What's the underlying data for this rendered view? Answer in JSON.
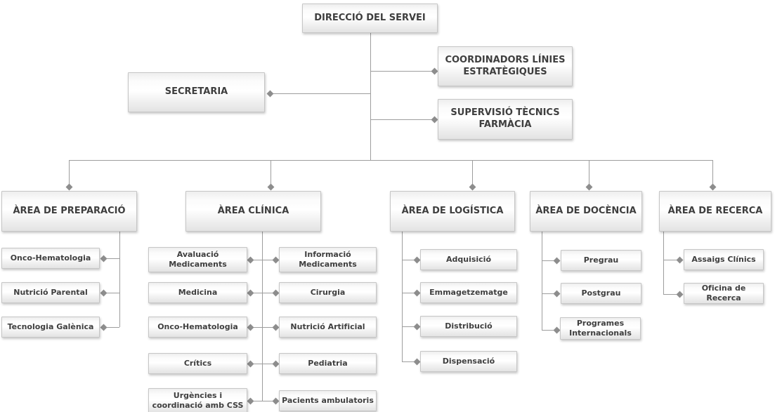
{
  "colors": {
    "text": "#3e3e3e",
    "box_border": "#c6c6c6",
    "line": "#9d9d9d",
    "diamond": "#8d8d8d",
    "box_gradient_top": "#eeeeee",
    "box_gradient_bottom": "#e3e3e3"
  },
  "nodes": [
    {
      "id": "direccio",
      "label": "DIRECCIÓ DEL SERVEI"
    },
    {
      "id": "coordinadors",
      "label": "COORDINADORS LÍNIES\nESTRATÈGIQUES"
    },
    {
      "id": "secretaria",
      "label": "SECRETARIA"
    },
    {
      "id": "supervisio",
      "label": "SUPERVISIÓ TÈCNICS\nFARMÀCIA"
    },
    {
      "id": "area-preparacio",
      "label": "ÀREA DE PREPARACIÓ"
    },
    {
      "id": "area-clinica",
      "label": "ÀREA CLÍNICA"
    },
    {
      "id": "area-logistica",
      "label": "ÀREA DE LOGÍSTICA"
    },
    {
      "id": "area-docencia",
      "label": "ÀREA DE DOCÈNCIA"
    },
    {
      "id": "area-recerca",
      "label": "ÀREA DE RECERCA"
    },
    {
      "id": "onco-hematologia-prep",
      "label": "Onco-Hematologia"
    },
    {
      "id": "nutricio-parental",
      "label": "Nutrició Parental"
    },
    {
      "id": "tecnologia-galenica",
      "label": "Tecnologia Galènica"
    },
    {
      "id": "avaluacio-medicaments",
      "label": "Avaluació\nMedicaments"
    },
    {
      "id": "medicina",
      "label": "Medicina"
    },
    {
      "id": "onco-hematologia-clinica",
      "label": "Onco-Hematologia"
    },
    {
      "id": "critics",
      "label": "Crítics"
    },
    {
      "id": "urgencies-css",
      "label": "Urgències i\ncoordinació amb CSS"
    },
    {
      "id": "informacio-medicaments",
      "label": "Informació\nMedicaments"
    },
    {
      "id": "cirurgia",
      "label": "Cirurgia"
    },
    {
      "id": "nutricio-artificial",
      "label": "Nutrició Artificial"
    },
    {
      "id": "pediatria",
      "label": "Pediatria"
    },
    {
      "id": "pacients-ambulatoris",
      "label": "Pacients ambulatoris"
    },
    {
      "id": "adquisicio",
      "label": "Adquisició"
    },
    {
      "id": "emmagetzematge",
      "label": "Emmagetzematge"
    },
    {
      "id": "distribucio",
      "label": "Distribució"
    },
    {
      "id": "dispensacio",
      "label": "Dispensació"
    },
    {
      "id": "pregrau",
      "label": "Pregrau"
    },
    {
      "id": "postgrau",
      "label": "Postgrau"
    },
    {
      "id": "programes-internacionals",
      "label": "Programes\nInternacionals"
    },
    {
      "id": "assaigs-clinics",
      "label": "Assaigs Clínics"
    },
    {
      "id": "oficina-recerca",
      "label": "Oficina de Recerca"
    }
  ]
}
